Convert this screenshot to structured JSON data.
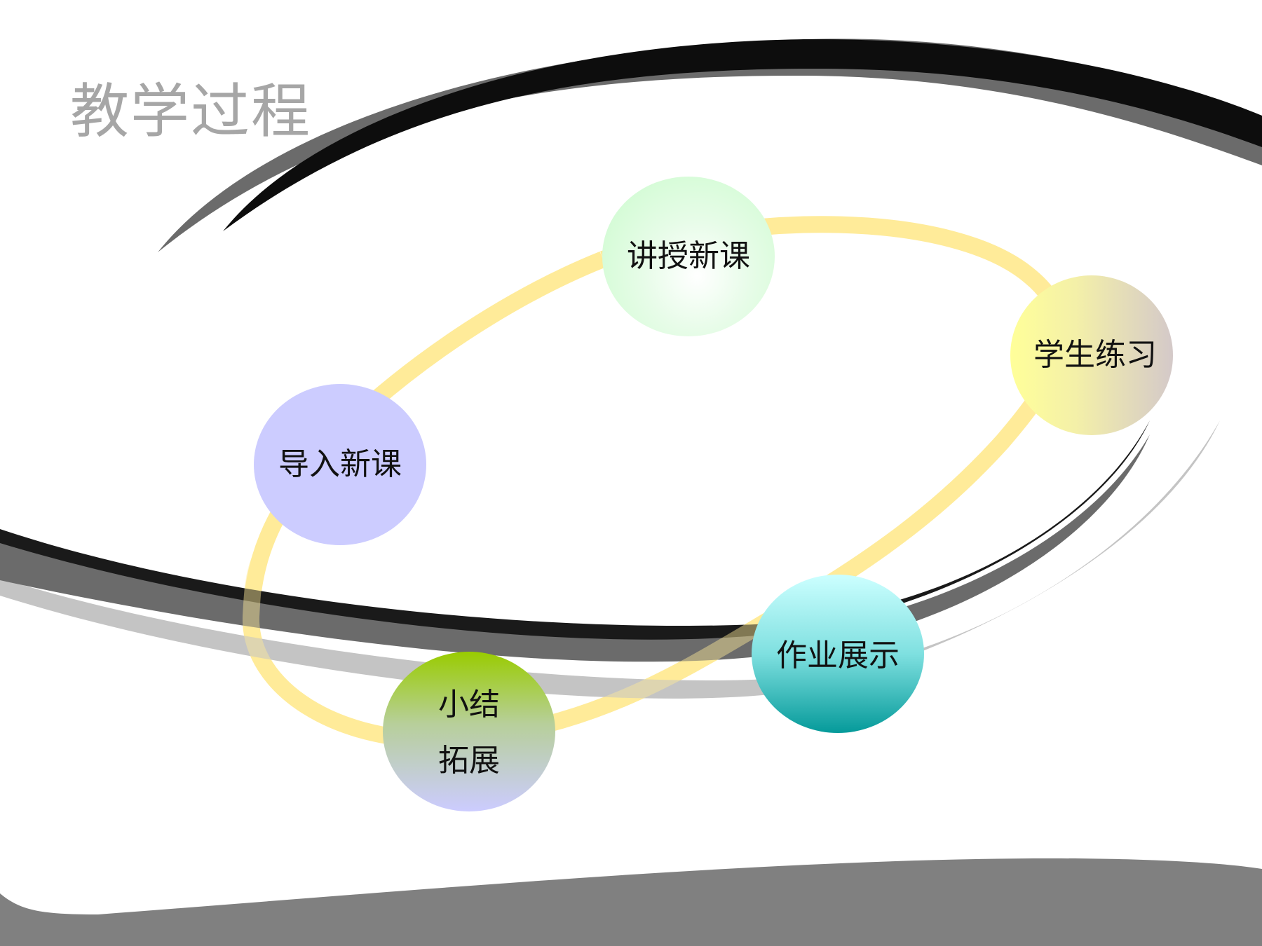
{
  "slide": {
    "title": "教学过程"
  },
  "cycle": {
    "nodes": [
      {
        "label": "导入新课"
      },
      {
        "label": "讲授新课"
      },
      {
        "label": "学生练习"
      },
      {
        "label": "作业展示"
      },
      {
        "label_line1": "小结",
        "label_line2": "拓展"
      }
    ]
  },
  "colors": {
    "title_text": "#a6a6a6",
    "ring": "#ffeb99",
    "swoosh_dark": "#1a1a1a",
    "swoosh_gray": "#6b6b6b",
    "footer_wave": "#808080",
    "node_import": "#ccccff",
    "node_teach": "#c9fbcb",
    "node_practice": "#ffff99",
    "node_homework": "#059a9a",
    "node_summary": "#99cc00"
  }
}
